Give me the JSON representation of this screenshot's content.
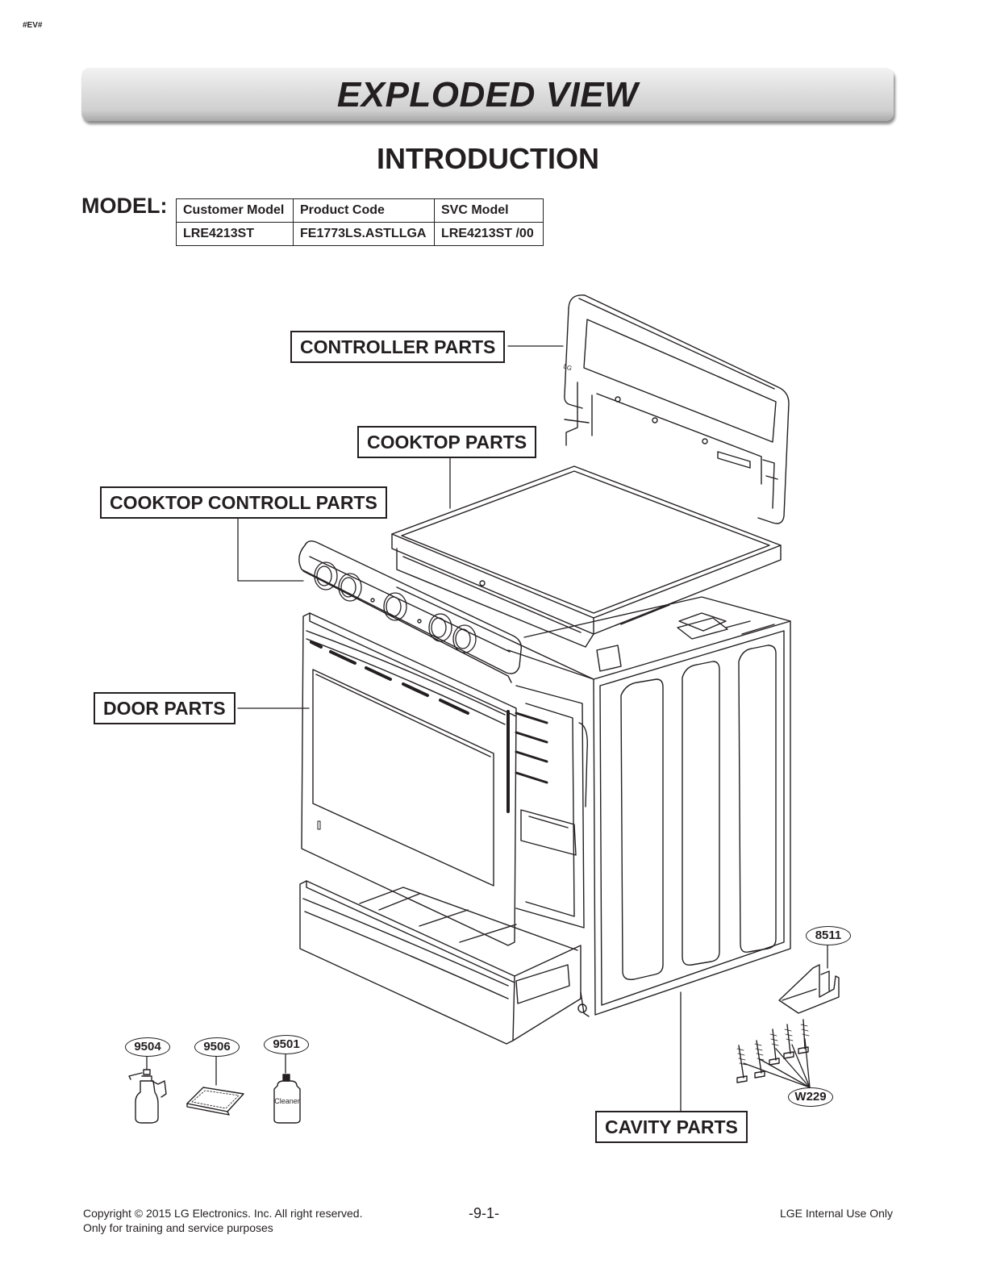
{
  "doc_tag": "#EV#",
  "banner_title": "EXPLODED VIEW",
  "section_title": "INTRODUCTION",
  "model_label": "MODEL:",
  "models_table": {
    "headers": [
      "Customer Model",
      "Product Code",
      "SVC Model"
    ],
    "rows": [
      [
        "LRE4213ST",
        "FE1773LS.ASTLLGA",
        "LRE4213ST /00"
      ]
    ]
  },
  "callouts": {
    "controller": "CONTROLLER PARTS",
    "cooktop": "COOKTOP PARTS",
    "cooktop_control": "COOKTOP CONTROLL PARTS",
    "door": "DOOR PARTS",
    "cavity": "CAVITY PARTS"
  },
  "part_numbers": {
    "p8511": "8511",
    "p9504": "9504",
    "p9506": "9506",
    "p9501": "9501",
    "w229": "W229"
  },
  "cleaner_label": "Cleaner",
  "footer": {
    "copyright": "Copyright © 2015 LG Electronics. Inc. All right reserved.",
    "training": "Only for training and service purposes",
    "page": "-9-1-",
    "internal": "LGE Internal Use Only"
  }
}
